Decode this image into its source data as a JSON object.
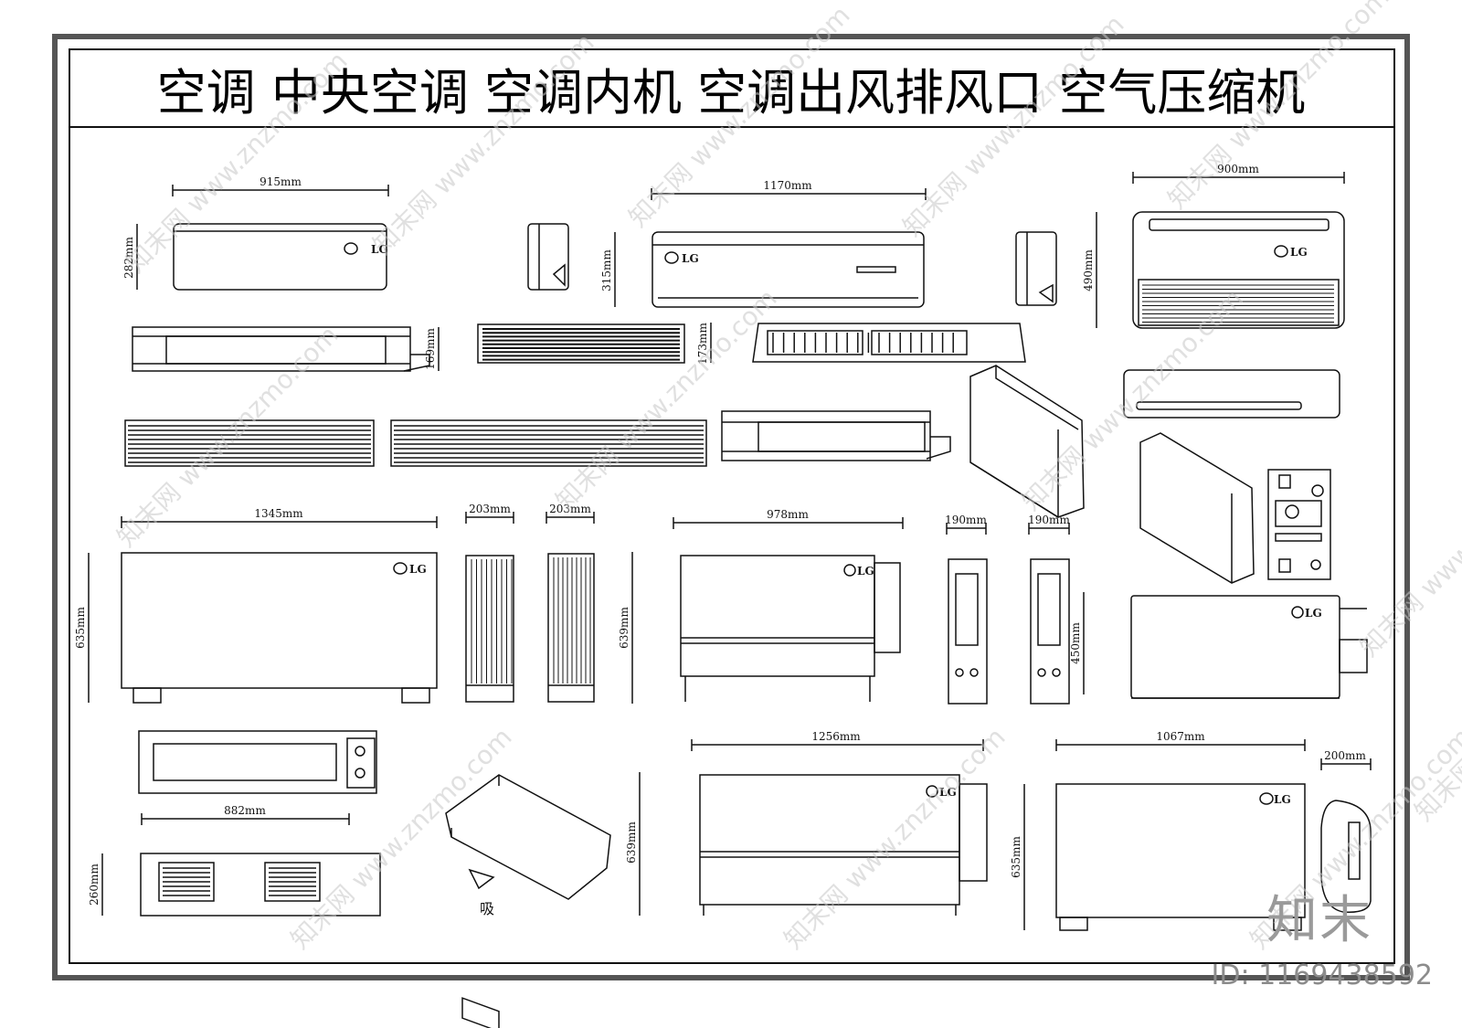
{
  "title": "空调  中央空调  空调内机  空调出风排风口  空气压缩机",
  "brand_logo": "LG",
  "dimensions": {
    "d915": "915mm",
    "d282": "282mm",
    "d1170": "1170mm",
    "d315": "315mm",
    "d900": "900mm",
    "d490": "490mm",
    "d169": "169mm",
    "d173": "173mm",
    "d1345": "1345mm",
    "d635a": "635mm",
    "d203a": "203mm",
    "d203b": "203mm",
    "d978": "978mm",
    "d639a": "639mm",
    "d190a": "190mm",
    "d190b": "190mm",
    "d450": "450mm",
    "d882": "882mm",
    "d260": "260mm",
    "d1256": "1256mm",
    "d639b": "639mm",
    "d1067": "1067mm",
    "d635b": "635mm",
    "d200": "200mm"
  },
  "annotations": {
    "suction": "吸"
  },
  "watermarks": {
    "site": "www.znzmo.com",
    "brand": "知末网",
    "logo": "知末",
    "id": "ID: 1169438592"
  },
  "colors": {
    "line": "#111111",
    "frame": "#444444",
    "watermark": "#c8c8c8"
  }
}
